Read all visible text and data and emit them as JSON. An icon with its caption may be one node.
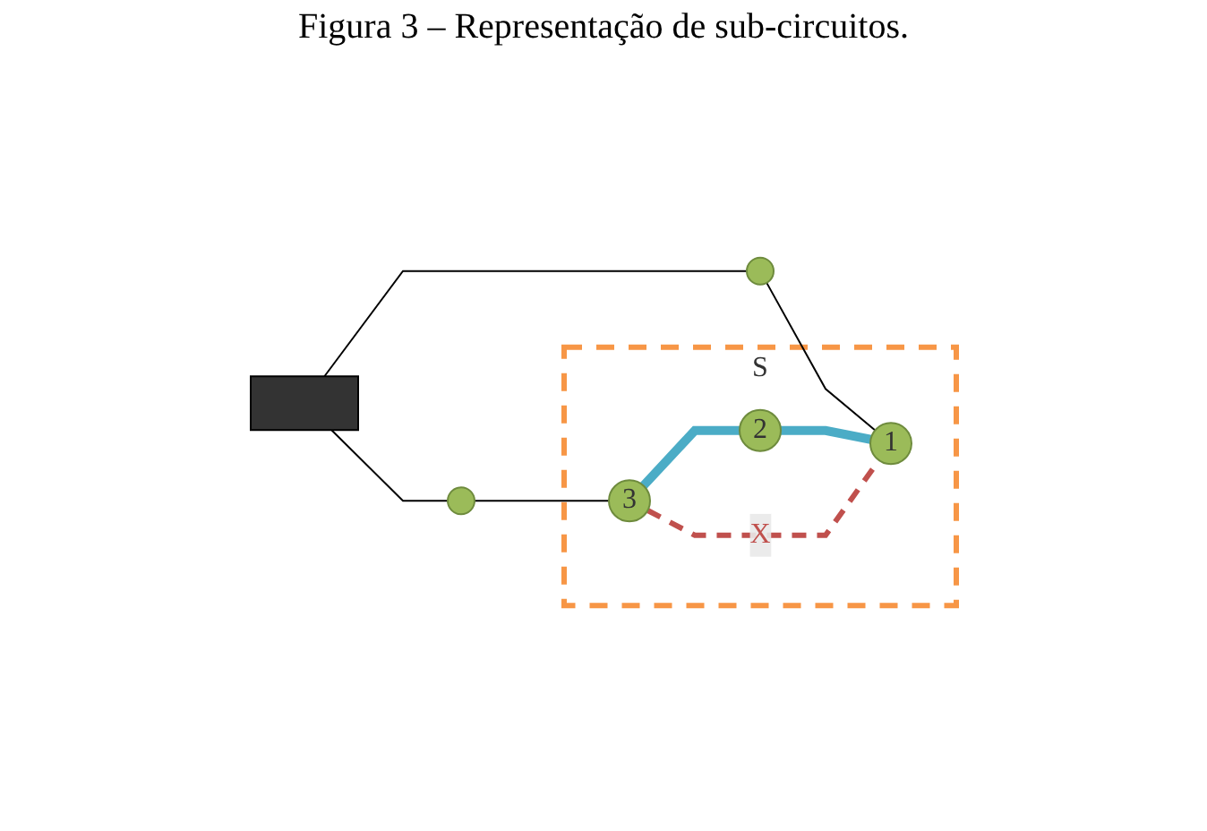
{
  "diagram": {
    "title": "Figura 3 – Representação de sub-circuitos.",
    "nodes": [
      {
        "text": [],
        "shape": "box"
      },
      {
        "text": [
          "S"
        ]
      },
      {
        "text": [],
        "shape": "circle"
      },
      {
        "text": [
          "3"
        ],
        "in": 1
      },
      {
        "text": [
          "2"
        ],
        "in": 1
      },
      {
        "text": [],
        "shape": "circle"
      },
      {
        "text": [
          "1"
        ],
        "in": 1
      }
    ],
    "edges": [
      {
        "from": 0,
        "to": 2,
        "arrow": "none"
      },
      {
        "from": 2,
        "to": 3,
        "arrow": "none"
      },
      {
        "from": 0,
        "to": 5,
        "arrow": "none"
      },
      {
        "from": 5,
        "to": 6,
        "arrow": "none"
      },
      {
        "from": 3,
        "to": 4,
        "arrow": "none",
        "style": "thick",
        "color": "#4bacc6"
      },
      {
        "from": 4,
        "to": 6,
        "arrow": "none",
        "style": "thick",
        "color": "#4bacc6"
      },
      {
        "from": 3,
        "to": 6,
        "arrow": "none",
        "label": "X",
        "style": "dashed",
        "color": "#c0504d"
      }
    ]
  }
}
